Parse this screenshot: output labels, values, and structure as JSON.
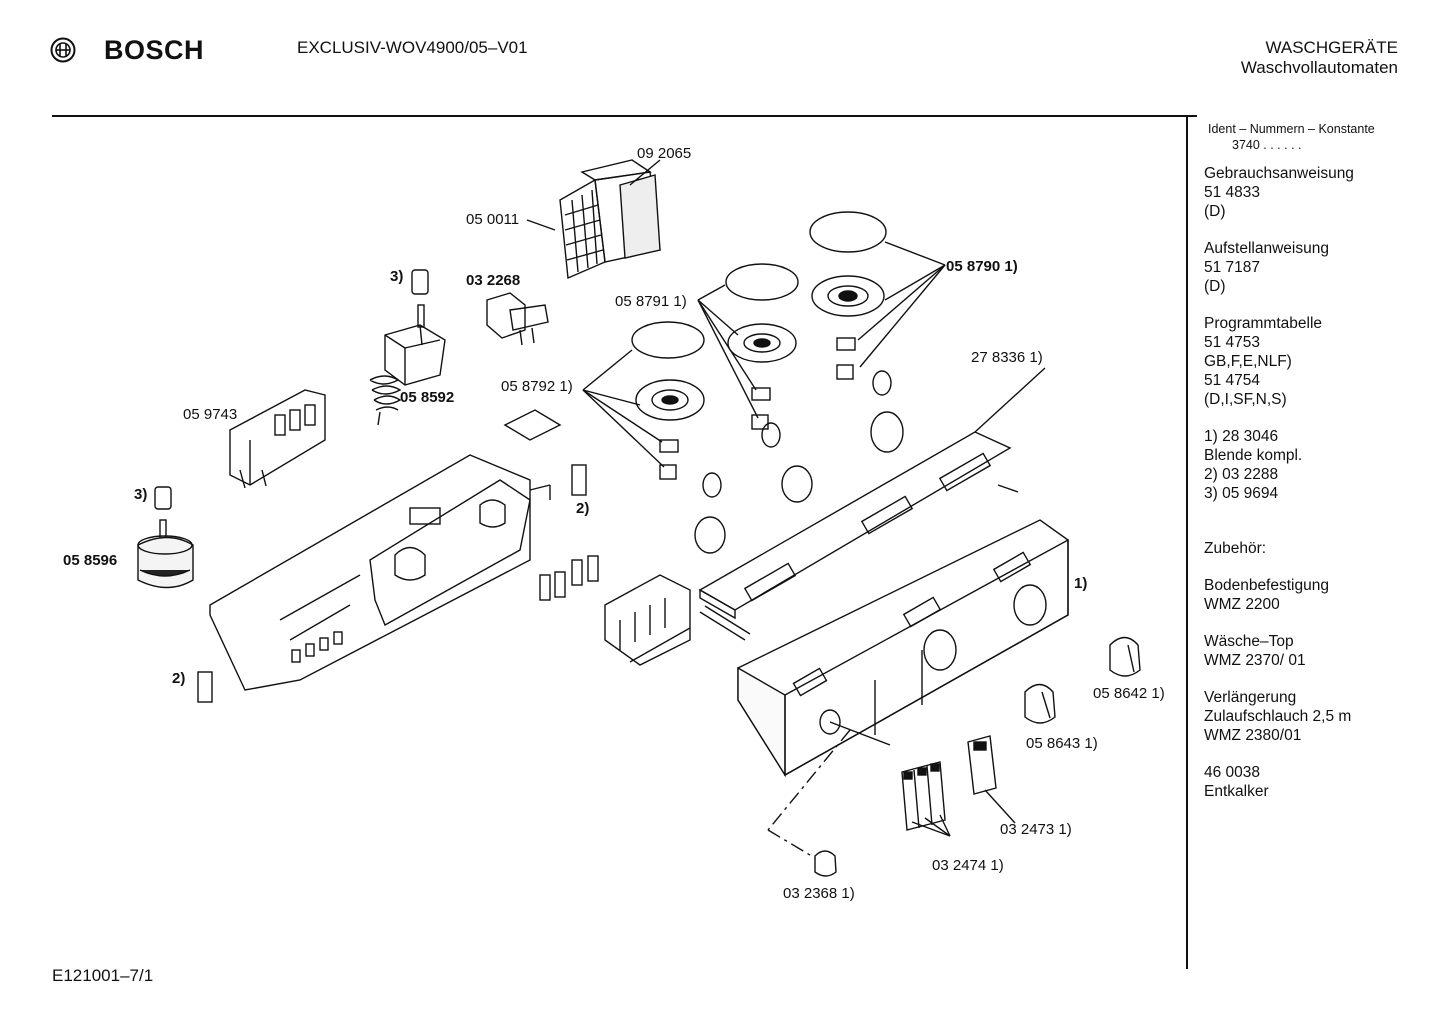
{
  "header": {
    "brand": "BOSCH",
    "model": "EXCLUSIV-WOV4900/05–V01",
    "category_line1": "WASCHGERÄTE",
    "category_line2": "Waschvollautomaten"
  },
  "footer": {
    "code": "E121001–7/1"
  },
  "sidebar": {
    "ident_label": "Ident – Nummern – Konstante",
    "ident_value": "3740 . .   . . . .",
    "gebrauch": "Gebrauchsanweisung\n51 4833\n(D)",
    "aufstell": "Aufstellanweisung\n51 7187\n(D)",
    "programm": "Programmtabelle\n51 4753\nGB,F,E,NLF)\n51 4754\n(D,I,SF,N,S)",
    "notes": "1)  28 3046\n      Blende kompl.\n2)  03 2288\n3)  05 9694",
    "zubehoer": "Zubehör:",
    "boden": "Bodenbefestigung\nWMZ 2200",
    "waesche": "Wäsche–Top\nWMZ 2370/ 01",
    "verl": "Verlängerung\nZulaufschlauch 2,5 m\nWMZ 2380/01",
    "entkalker": "46 0038\nEntkalker"
  },
  "parts": {
    "p092065": "09 2065",
    "p050011": "05 0011",
    "p3a": "3)",
    "p032268": "03 2268",
    "p058592": "05 8592",
    "p059743": "05 9743",
    "p3b": "3)",
    "p058596": "05 8596",
    "p2a": "2)",
    "p2b": "2)",
    "p058790": "05 8790 1)",
    "p058791": "05 8791 1)",
    "p058792": "05 8792 1)",
    "p278336": "27 8336 1)",
    "p1": "1)",
    "p058642": "05 8642 1)",
    "p058643": "05 8643 1)",
    "p032473": "03 2473 1)",
    "p032474": "03 2474 1)",
    "p032368": "03 2368 1)"
  }
}
